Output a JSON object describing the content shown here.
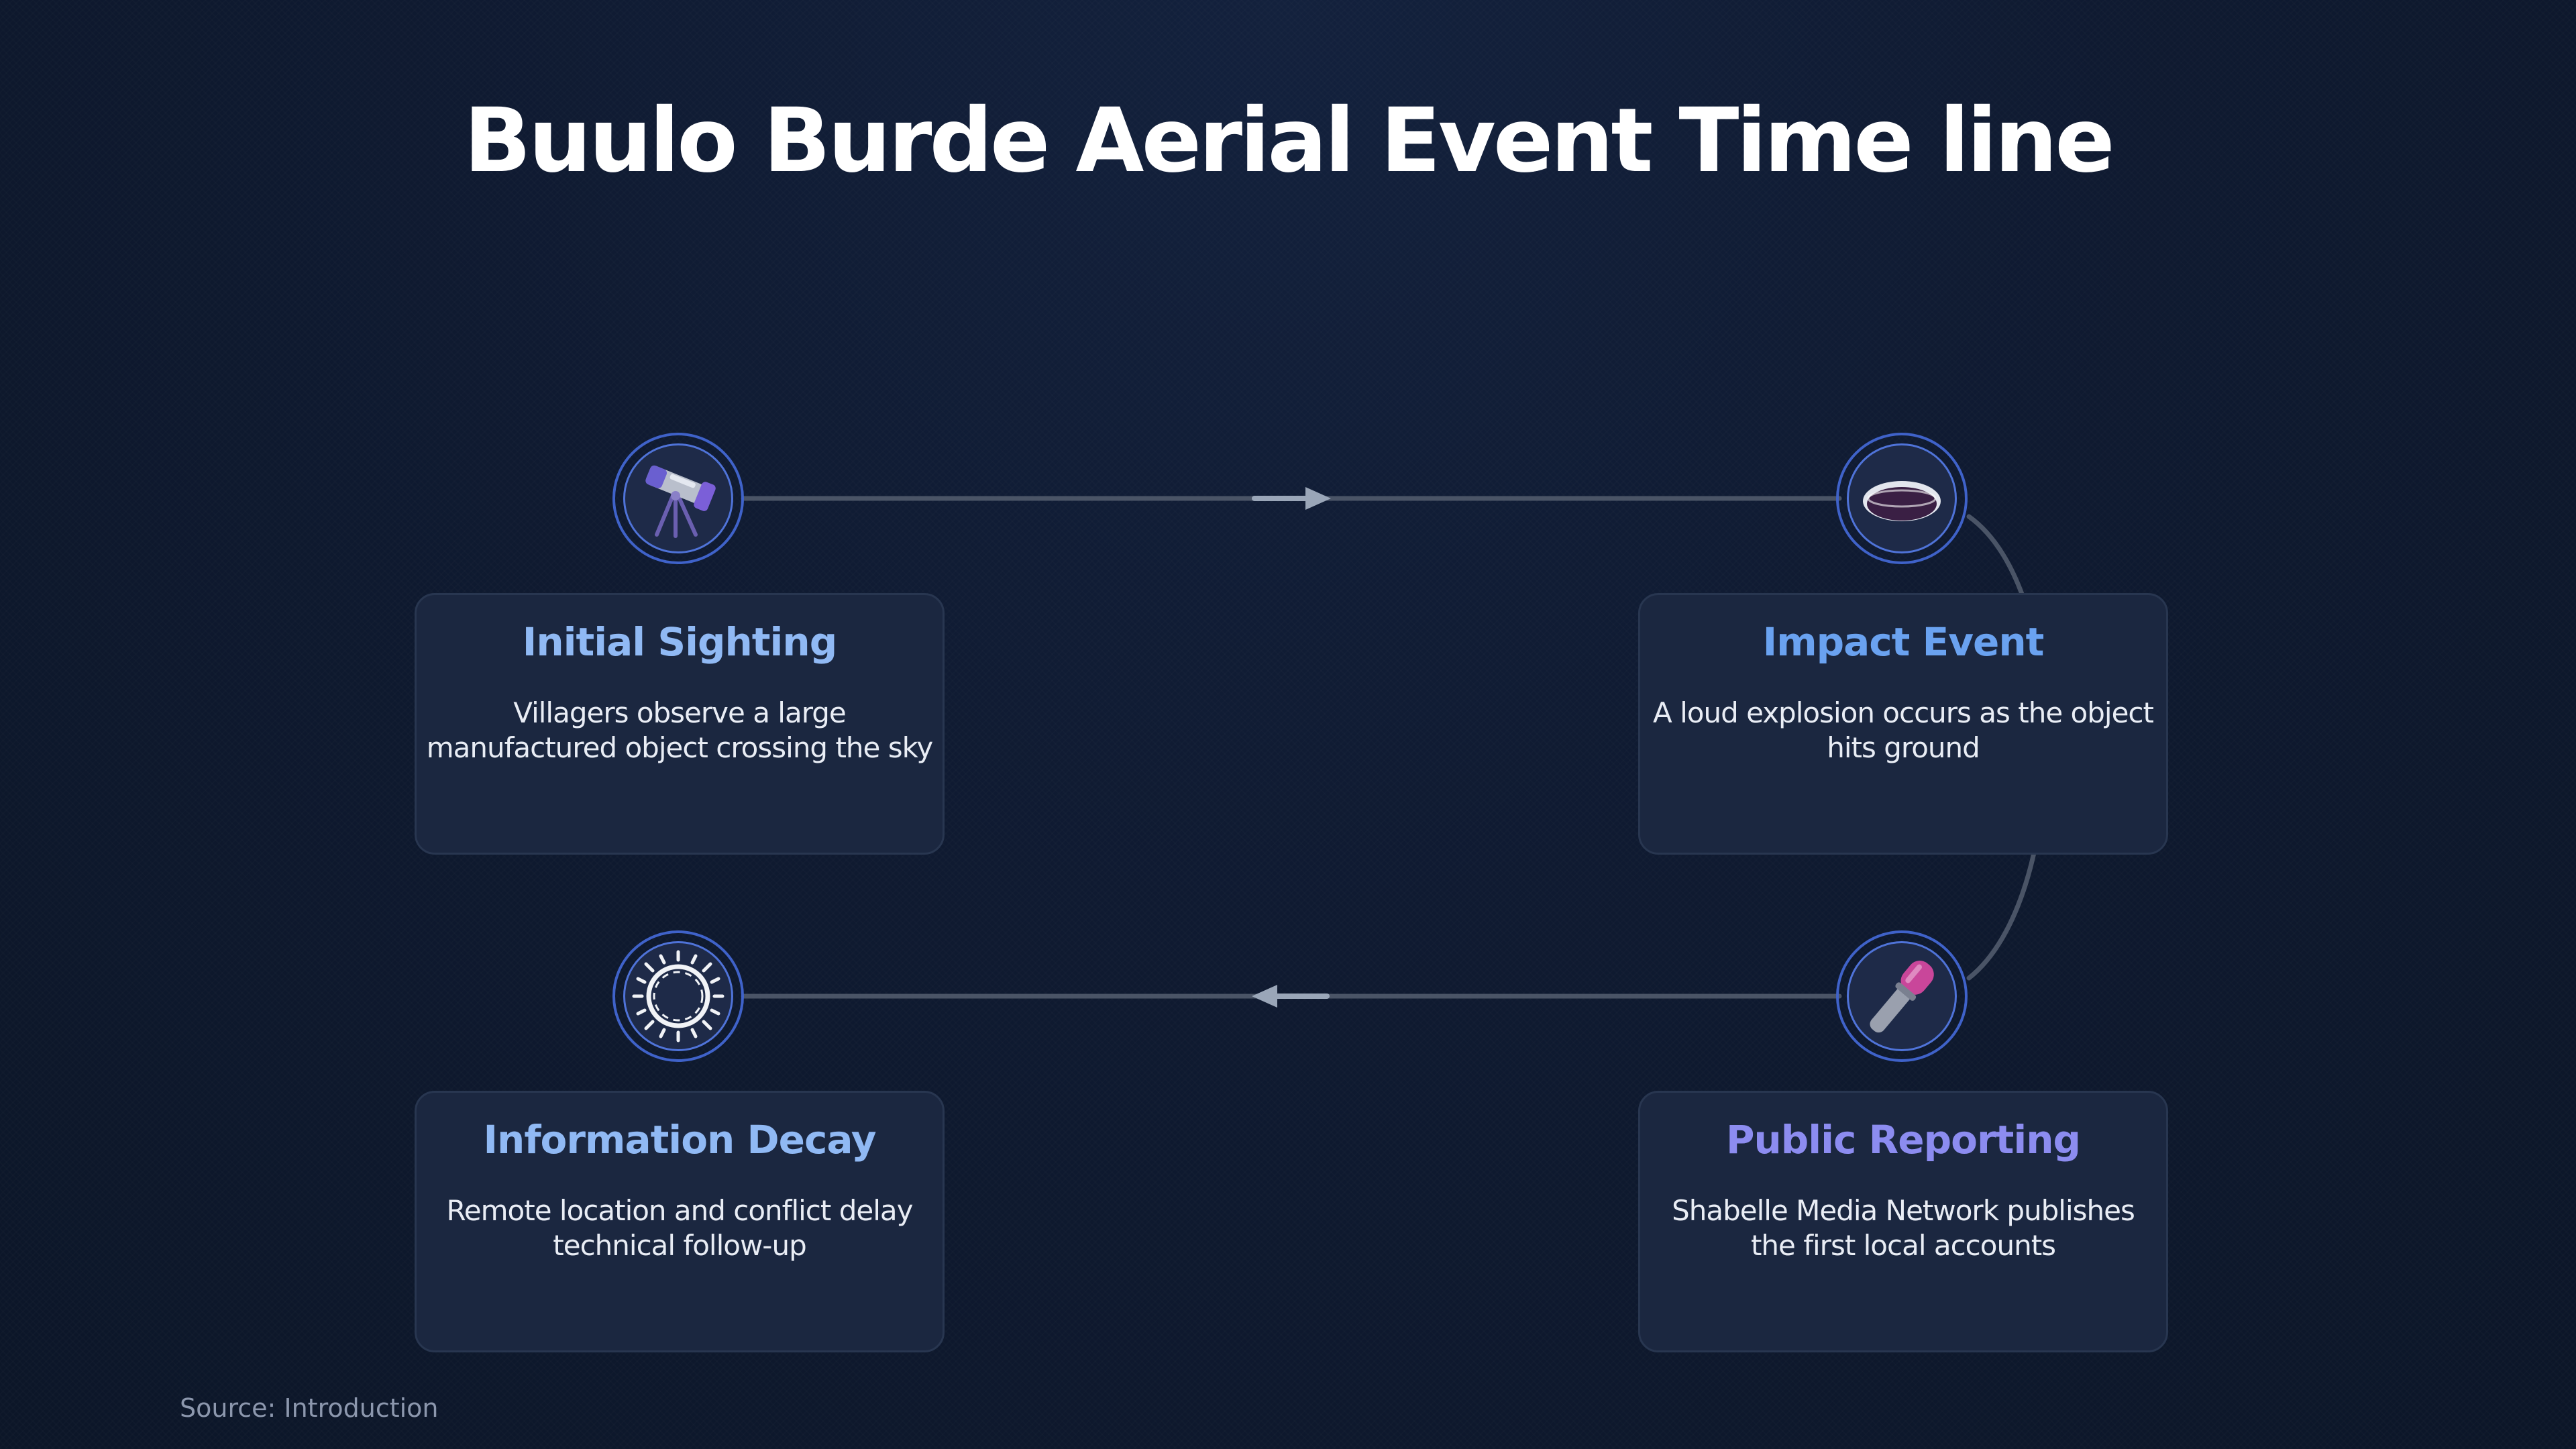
{
  "title": "Buulo Burde Aerial Event Time line",
  "steps": [
    {
      "title": "Initial Sighting",
      "description": "Villagers observe a large manufactured object crossing the sky",
      "icon": "telescope-icon",
      "title_color": "#90b9f4"
    },
    {
      "title": "Impact Event",
      "description": "A loud explosion occurs as the object hits ground",
      "icon": "crater-icon",
      "title_color": "#6aa2f0"
    },
    {
      "title": "Public Reporting",
      "description": "Shabelle Media Network publishes the first local accounts",
      "icon": "microphone-icon",
      "title_color": "#8c8cf0"
    },
    {
      "title": "Information Decay",
      "description": "Remote location and conflict delay technical follow-up",
      "icon": "thorn-wreath-icon",
      "title_color": "#90b9f4"
    }
  ],
  "source": "Source: Introduction",
  "colors": {
    "background": "#0f1a31",
    "card": "#1b2740",
    "ring": "#3f62c9",
    "connector": "#4a5466",
    "arrow": "#9aa6b8"
  }
}
